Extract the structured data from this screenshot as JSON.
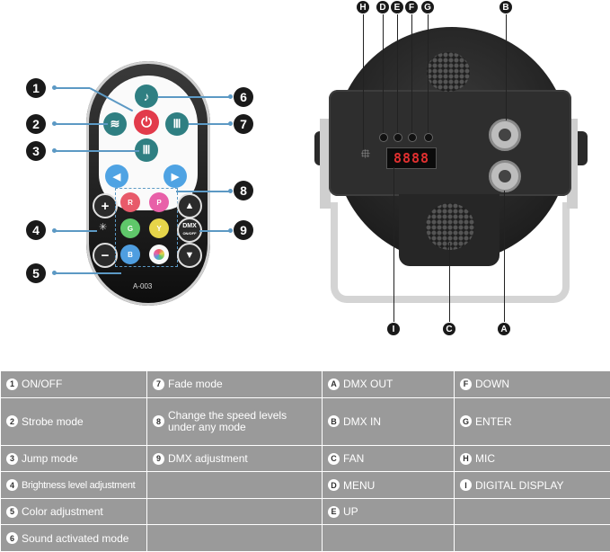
{
  "remote": {
    "model": "A-003",
    "callouts": [
      "1",
      "2",
      "3",
      "4",
      "5",
      "6",
      "7",
      "8",
      "9"
    ],
    "color_buttons": [
      "R",
      "P",
      "G",
      "Y",
      "B"
    ],
    "dmx_label": "DMX",
    "dmx_sub": "ON/OFF",
    "plus": "+",
    "minus": "−",
    "colors": {
      "red": "#e85a6a",
      "pink": "#e860a8",
      "green": "#5fc76a",
      "yellow": "#e6d54a",
      "blue": "#4f9ee0",
      "dark": "#1d1d1d"
    }
  },
  "device": {
    "top_labels": [
      "H",
      "D",
      "E",
      "F",
      "G",
      "B"
    ],
    "bottom_labels": [
      "I",
      "C",
      "A"
    ],
    "display": "8888"
  },
  "legend": {
    "col1": [
      {
        "n": "1",
        "t": "ON/OFF"
      },
      {
        "n": "2",
        "t": "Strobe mode"
      },
      {
        "n": "3",
        "t": "Jump mode"
      },
      {
        "n": "4",
        "t": "Brightness level adjustment"
      },
      {
        "n": "5",
        "t": "Color adjustment"
      },
      {
        "n": "6",
        "t": "Sound activated mode"
      }
    ],
    "col2": [
      {
        "n": "7",
        "t": "Fade mode"
      },
      {
        "n": "8",
        "t": "Change the speed levels under any mode"
      },
      {
        "n": "9",
        "t": "DMX adjustment"
      }
    ],
    "col3": [
      {
        "n": "A",
        "t": "DMX OUT"
      },
      {
        "n": "B",
        "t": "DMX IN"
      },
      {
        "n": "C",
        "t": "FAN"
      },
      {
        "n": "D",
        "t": "MENU"
      },
      {
        "n": "E",
        "t": "UP"
      }
    ],
    "col4": [
      {
        "n": "F",
        "t": "DOWN"
      },
      {
        "n": "G",
        "t": "ENTER"
      },
      {
        "n": "H",
        "t": "MIC"
      },
      {
        "n": "I",
        "t": "DIGITAL DISPLAY"
      }
    ]
  }
}
